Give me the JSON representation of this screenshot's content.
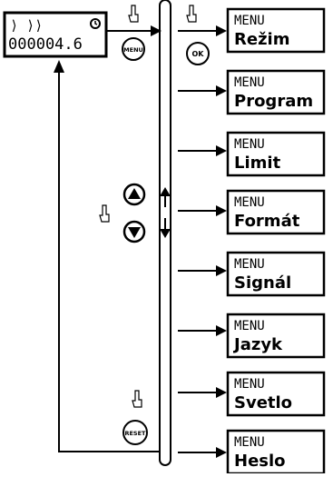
{
  "display": {
    "top_left_symbol": "⟩ ⟩⟩",
    "value": "000004.6"
  },
  "buttons": {
    "menu": "MENU",
    "ok": "OK",
    "reset": "RESET"
  },
  "menu_header": "MENU",
  "menu_items": [
    "Režim",
    "Program",
    "Limit",
    "Formát",
    "Signál",
    "Jazyk",
    "Svetlo",
    "Heslo"
  ]
}
